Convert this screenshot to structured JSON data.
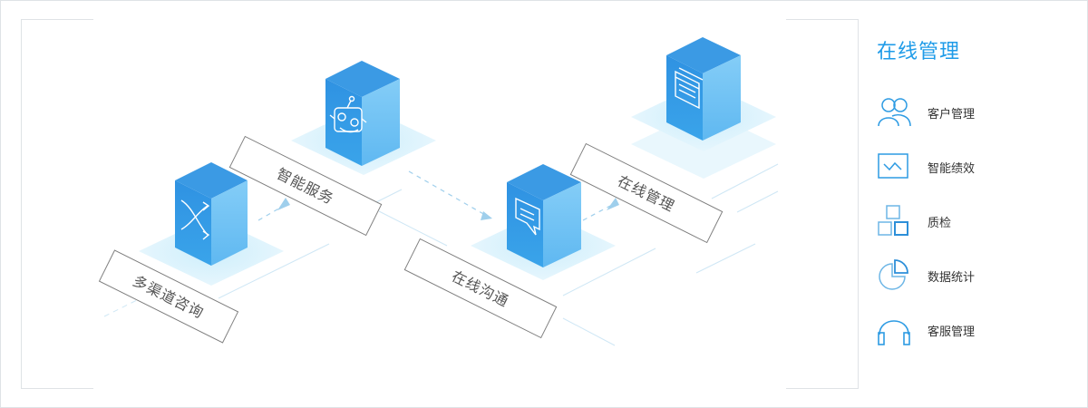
{
  "diagram": {
    "labels": {
      "multi_channel": "多渠道咨询",
      "smart_service": "智能服务",
      "online_comm": "在线沟通",
      "online_mgmt": "在线管理"
    },
    "colors": {
      "cube_top": "#3f9ee6",
      "cube_left": "#2b8fe0",
      "cube_right": "#6cc0f4",
      "glow": "#bfe6fb",
      "line": "#b9ddf2",
      "label_border": "#7f7f7f",
      "label_text": "#555555"
    }
  },
  "sidebar": {
    "title": "在线管理",
    "items": [
      {
        "label": "客户管理",
        "icon": "users-icon"
      },
      {
        "label": "智能绩效",
        "icon": "chart-monitor-icon"
      },
      {
        "label": "质检",
        "icon": "squares-icon"
      },
      {
        "label": "数据统计",
        "icon": "pie-chart-icon"
      },
      {
        "label": "客服管理",
        "icon": "headset-icon"
      }
    ]
  }
}
